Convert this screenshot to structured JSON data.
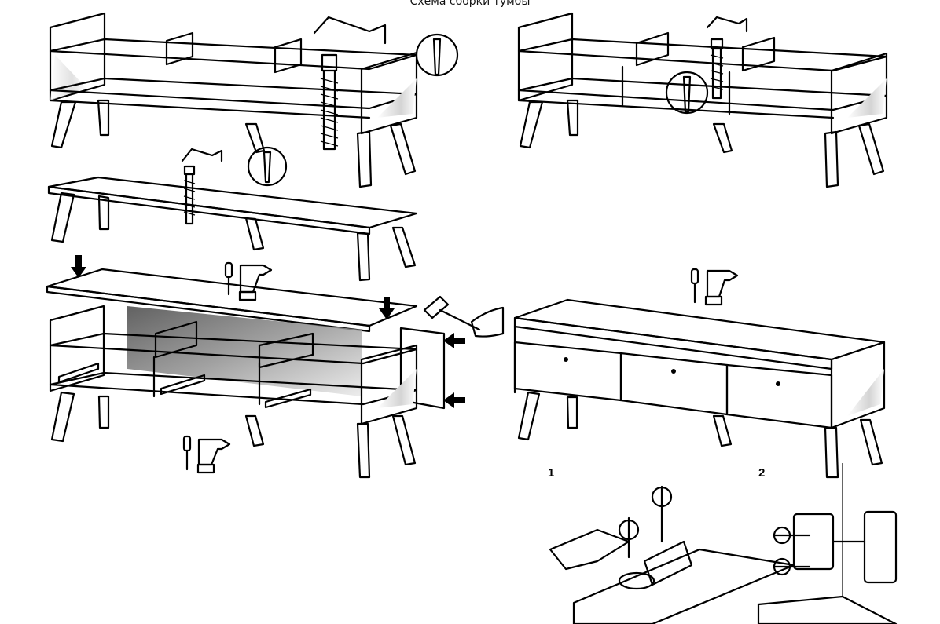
{
  "title": "Схема сборки тумбы",
  "detail_steps": [
    "1",
    "2"
  ],
  "colors": {
    "line": "#000000",
    "panel": "#ffffff",
    "shade": "#d9d9d9",
    "drawer": "#cfcfcf"
  },
  "icons": [
    "screw-icon",
    "screwdriver-icon",
    "drill-icon",
    "hammer-icon",
    "arrow-icon",
    "hinge-icon"
  ]
}
